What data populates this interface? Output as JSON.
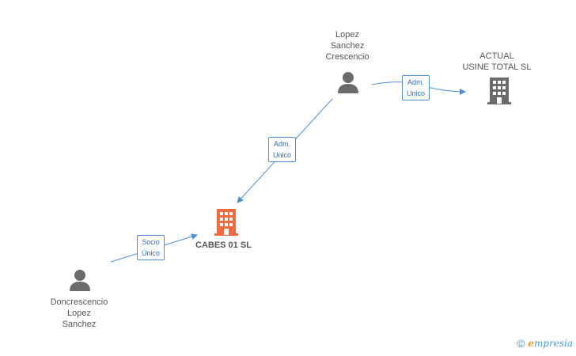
{
  "nodes": {
    "lopez": {
      "lines": [
        "Lopez",
        "Sanchez",
        "Crescencio"
      ]
    },
    "actual": {
      "lines": [
        "ACTUAL",
        "USINE TOTAL SL"
      ]
    },
    "cabes": {
      "name": "CABES 01 SL"
    },
    "doncrescencio": {
      "lines": [
        "Doncrescencio",
        "Lopez",
        "Sanchez"
      ]
    }
  },
  "edges": {
    "lopez_actual": [
      "Adm.",
      "Unico"
    ],
    "lopez_cabes": [
      "Adm.",
      "Unico"
    ],
    "don_cabes": [
      "Socio",
      "Único"
    ]
  },
  "watermark": {
    "symbol": "©",
    "brand_initial": "e",
    "brand_rest": "mpresia"
  },
  "colors": {
    "edge": "#4a90d9",
    "person": "#6b6b6b",
    "company": "#6b6b6b",
    "company_main": "#f26a3d"
  }
}
